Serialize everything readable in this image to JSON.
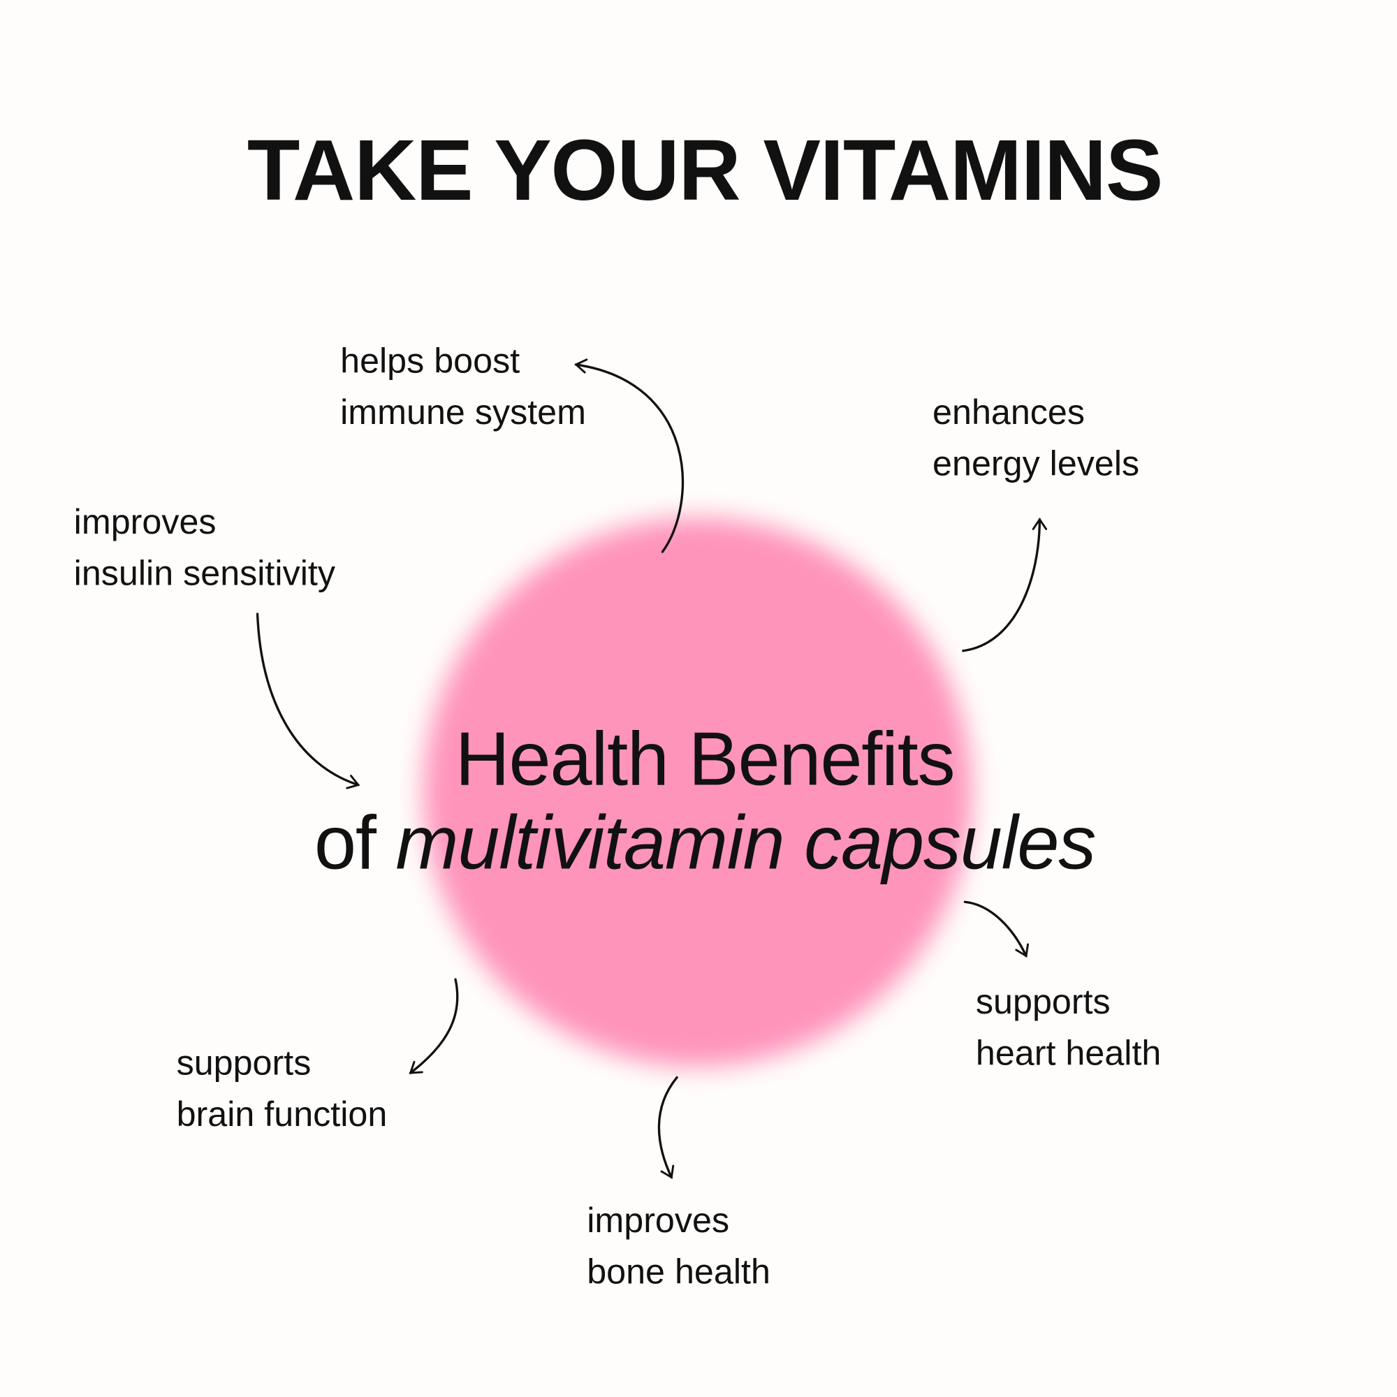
{
  "title": "TAKE YOUR VITAMINS",
  "center": {
    "line1": "Health Benefits",
    "line2_prefix": "of",
    "line2_italic": "multivitamin capsules"
  },
  "benefits": [
    {
      "line1": "helps boost",
      "line2": "immune system"
    },
    {
      "line1": "enhances",
      "line2": "energy levels"
    },
    {
      "line1": "improves",
      "line2": "insulin sensitivity"
    },
    {
      "line1": "supports",
      "line2": "heart health"
    },
    {
      "line1": "supports",
      "line2": "brain function"
    },
    {
      "line1": "improves",
      "line2": "bone health"
    }
  ],
  "colors": {
    "accent": "#ff94bb",
    "text": "#111111",
    "background": "#fffdfb"
  }
}
